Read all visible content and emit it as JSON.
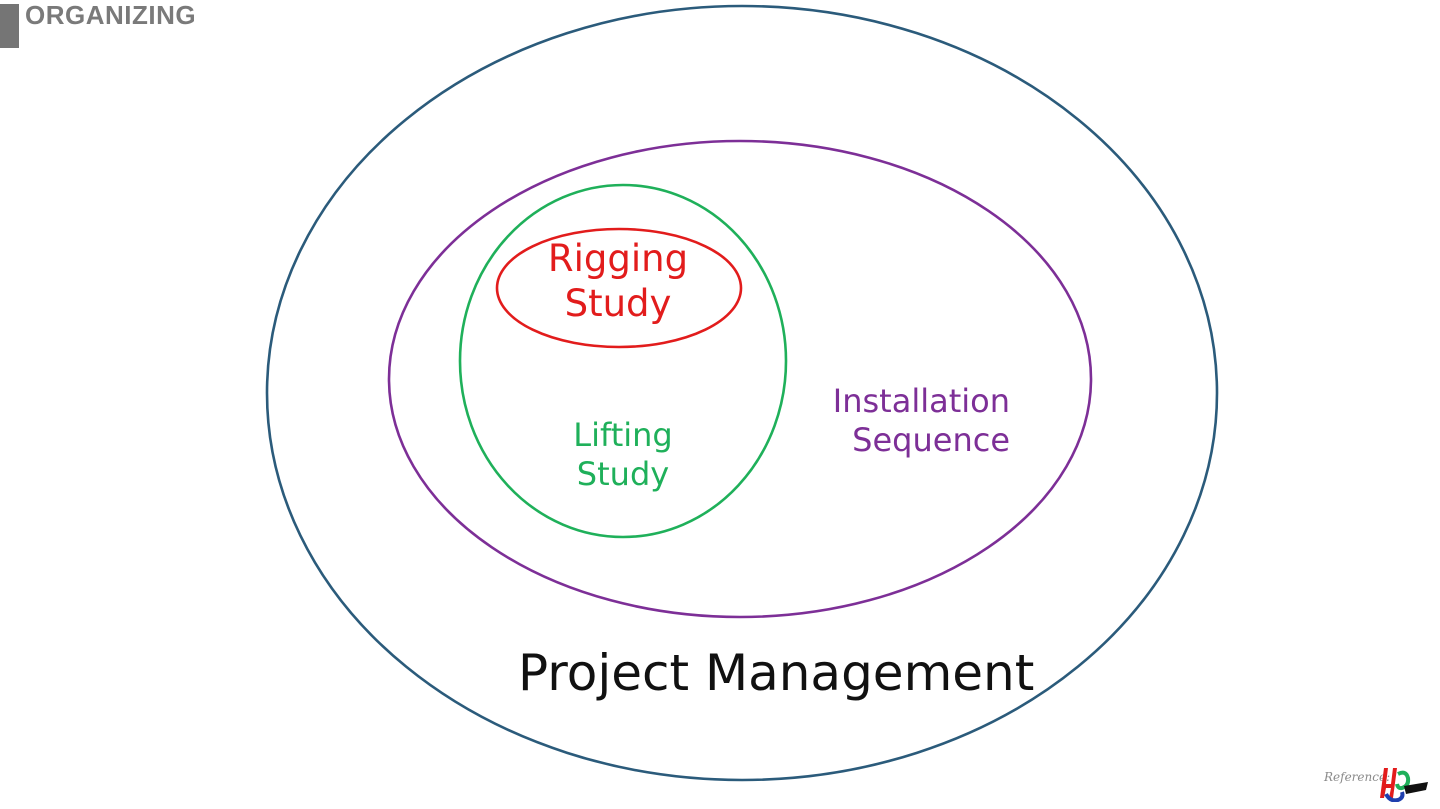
{
  "header": {
    "title": "ORGANIZING"
  },
  "diagram": {
    "rigging": {
      "line1": "Rigging",
      "line2": "Study",
      "color": "#e21c1c"
    },
    "lifting": {
      "line1": "Lifting",
      "line2": "Study",
      "color": "#1fb05a"
    },
    "installation": {
      "line1": "Installation",
      "line2": "Sequence",
      "color": "#7d2f97"
    },
    "project": {
      "label": "Project Management",
      "color": "#2b5b7b"
    }
  },
  "logo": {
    "reference_text": "Reference:",
    "icon": "institute-logo"
  }
}
